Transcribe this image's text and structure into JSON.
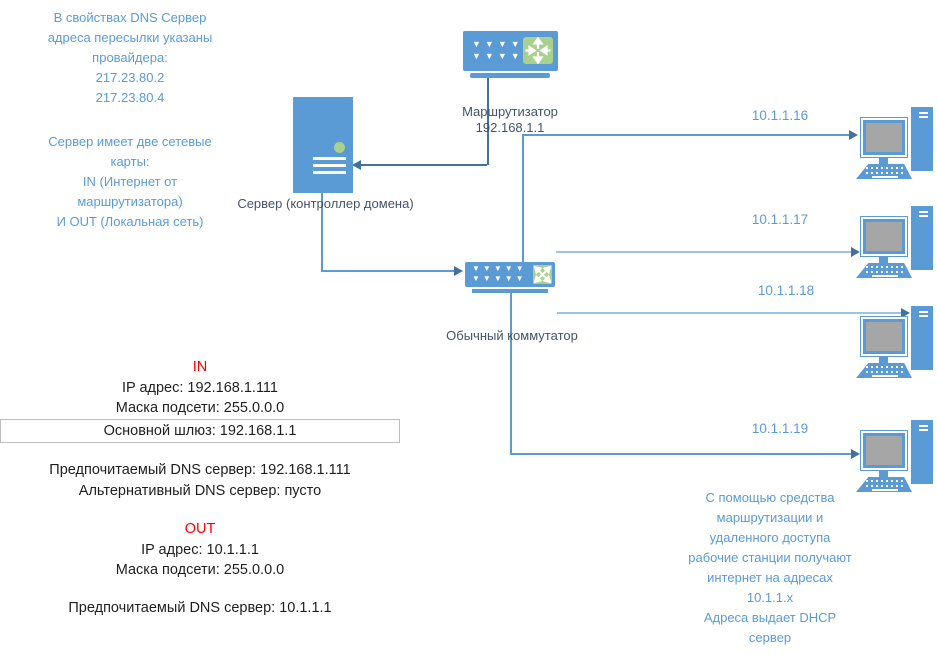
{
  "colors": {
    "device_blue": "#5B9BD5",
    "badge_green": "#A9D18E",
    "connector_dark": "#41719C",
    "connector_light": "#9CC2E5",
    "label_navy": "#44546A",
    "note_blue": "#5B9BD5",
    "accent_red": "#FF0000",
    "screen_gray": "#A6A6A6",
    "box_border_gray": "#BFBFBF"
  },
  "notes": {
    "dns_forwarders": {
      "lines": [
        "В свойствах DNS Сервер",
        "адреса пересылки указаны",
        "провайдера:",
        "217.23.80.2",
        "217.23.80.4"
      ]
    },
    "two_nics": {
      "lines": [
        "Сервер имеет две сетевые",
        "карты:",
        "IN (Интернет от",
        "маршрутизатора)",
        "И OUT (Локальная сеть)"
      ]
    },
    "dhcp": {
      "lines": [
        "С помощью средства",
        "маршрутизации и",
        "удаленного доступа",
        "рабочие станции получают",
        "интернет на адресах",
        "10.1.1.x",
        "Адреса выдает DHCP",
        "сервер"
      ]
    }
  },
  "nic_in": {
    "title": "IN",
    "ip": "IP адрес: 192.168.1.111",
    "mask": "Маска подсети: 255.0.0.0",
    "gateway": "Основной шлюз: 192.168.1.1",
    "dns_primary": "Предпочитаемый DNS сервер: 192.168.1.111",
    "dns_alternate": "Альтернативный DNS сервер: пусто"
  },
  "nic_out": {
    "title": "OUT",
    "ip": "IP адрес: 10.1.1.1",
    "mask": "Маска подсети: 255.0.0.0",
    "dns_primary": "Предпочитаемый DNS сервер: 10.1.1.1"
  },
  "devices": {
    "router": {
      "label_lines": [
        "Маршрутизатор",
        "192.168.1.1"
      ]
    },
    "server": {
      "label": "Сервер (контроллер домена)"
    },
    "switch": {
      "label": "Обычный коммутатор"
    },
    "workstations": [
      {
        "ip": "10.1.1.16"
      },
      {
        "ip": "10.1.1.17"
      },
      {
        "ip": "10.1.1.18"
      },
      {
        "ip": "10.1.1.19"
      }
    ]
  },
  "icons": {
    "router_port_row": "▼▼▼▼",
    "switch_port_row": "▼▼▼▼▼"
  }
}
